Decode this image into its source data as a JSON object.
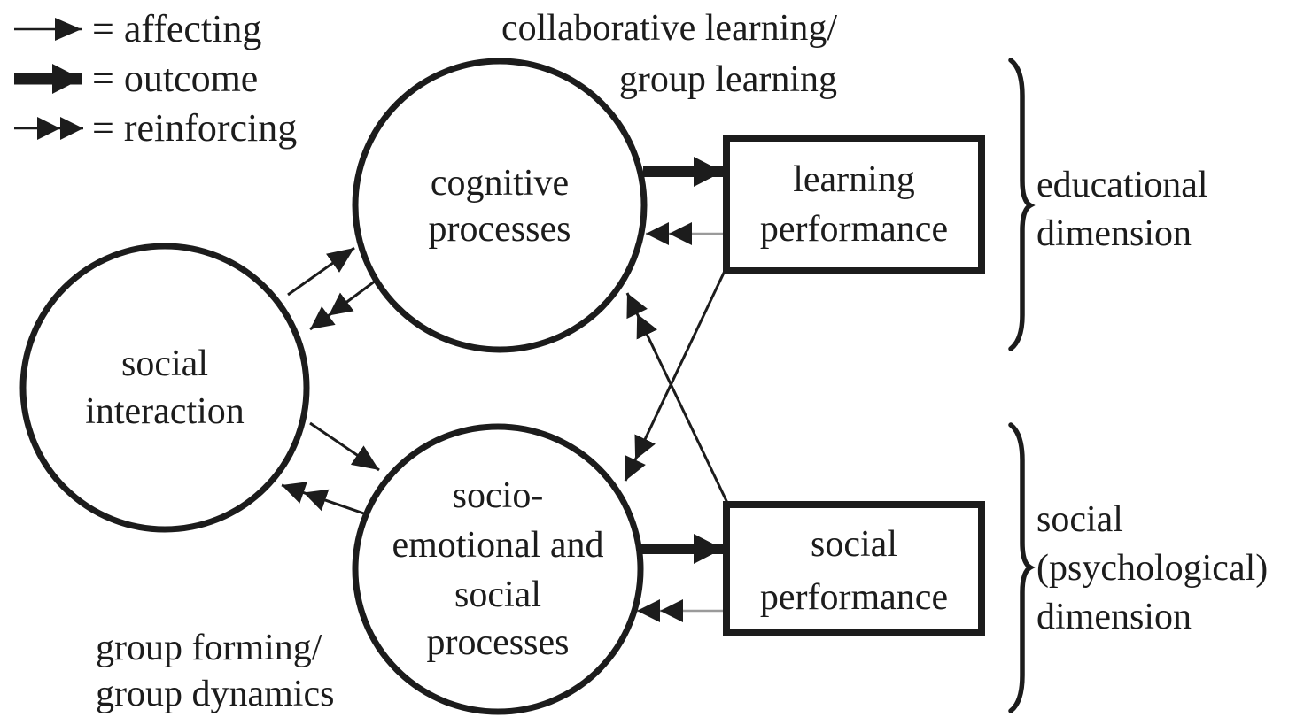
{
  "figure": {
    "legend": {
      "items": [
        {
          "id": "affecting",
          "symbol": "thin-arrow-icon",
          "label": "= affecting"
        },
        {
          "id": "outcome",
          "symbol": "thick-arrow-icon",
          "label": "= outcome"
        },
        {
          "id": "reinforcing",
          "symbol": "double-arrow-icon",
          "label": "= reinforcing"
        }
      ]
    },
    "annotations": {
      "collaborative": {
        "line1": "collaborative learning/",
        "line2": "group learning"
      },
      "group_forming": {
        "line1": "group forming/",
        "line2": "group dynamics"
      }
    },
    "nodes": {
      "social_interaction": {
        "shape": "circle",
        "line1": "social",
        "line2": "interaction"
      },
      "cognitive_processes": {
        "shape": "circle",
        "line1": "cognitive",
        "line2": "processes"
      },
      "socio_emotional": {
        "shape": "circle",
        "line1": "socio-",
        "line2": "emotional and",
        "line3": "social",
        "line4": "processes"
      },
      "learning_performance": {
        "shape": "rect",
        "line1": "learning",
        "line2": "performance"
      },
      "social_performance": {
        "shape": "rect",
        "line1": "social",
        "line2": "performance"
      }
    },
    "dimensions": {
      "educational": {
        "line1": "educational",
        "line2": "dimension"
      },
      "social": {
        "line1": "social",
        "line2": "(psychological)",
        "line3": "dimension"
      }
    },
    "edges": [
      {
        "from": "social_interaction",
        "to": "cognitive_processes",
        "type": "affecting"
      },
      {
        "from": "cognitive_processes",
        "to": "social_interaction",
        "type": "reinforcing"
      },
      {
        "from": "social_interaction",
        "to": "socio_emotional",
        "type": "affecting"
      },
      {
        "from": "socio_emotional",
        "to": "social_interaction",
        "type": "reinforcing"
      },
      {
        "from": "cognitive_processes",
        "to": "learning_performance",
        "type": "outcome"
      },
      {
        "from": "learning_performance",
        "to": "cognitive_processes",
        "type": "reinforcing"
      },
      {
        "from": "socio_emotional",
        "to": "social_performance",
        "type": "outcome"
      },
      {
        "from": "social_performance",
        "to": "socio_emotional",
        "type": "reinforcing"
      },
      {
        "from": "learning_performance",
        "to": "socio_emotional",
        "type": "reinforcing"
      },
      {
        "from": "social_performance",
        "to": "cognitive_processes",
        "type": "reinforcing"
      }
    ],
    "colors": {
      "ink": "#1c1c1c",
      "background": "#ffffff",
      "light_line": "#9a9a9a"
    }
  }
}
